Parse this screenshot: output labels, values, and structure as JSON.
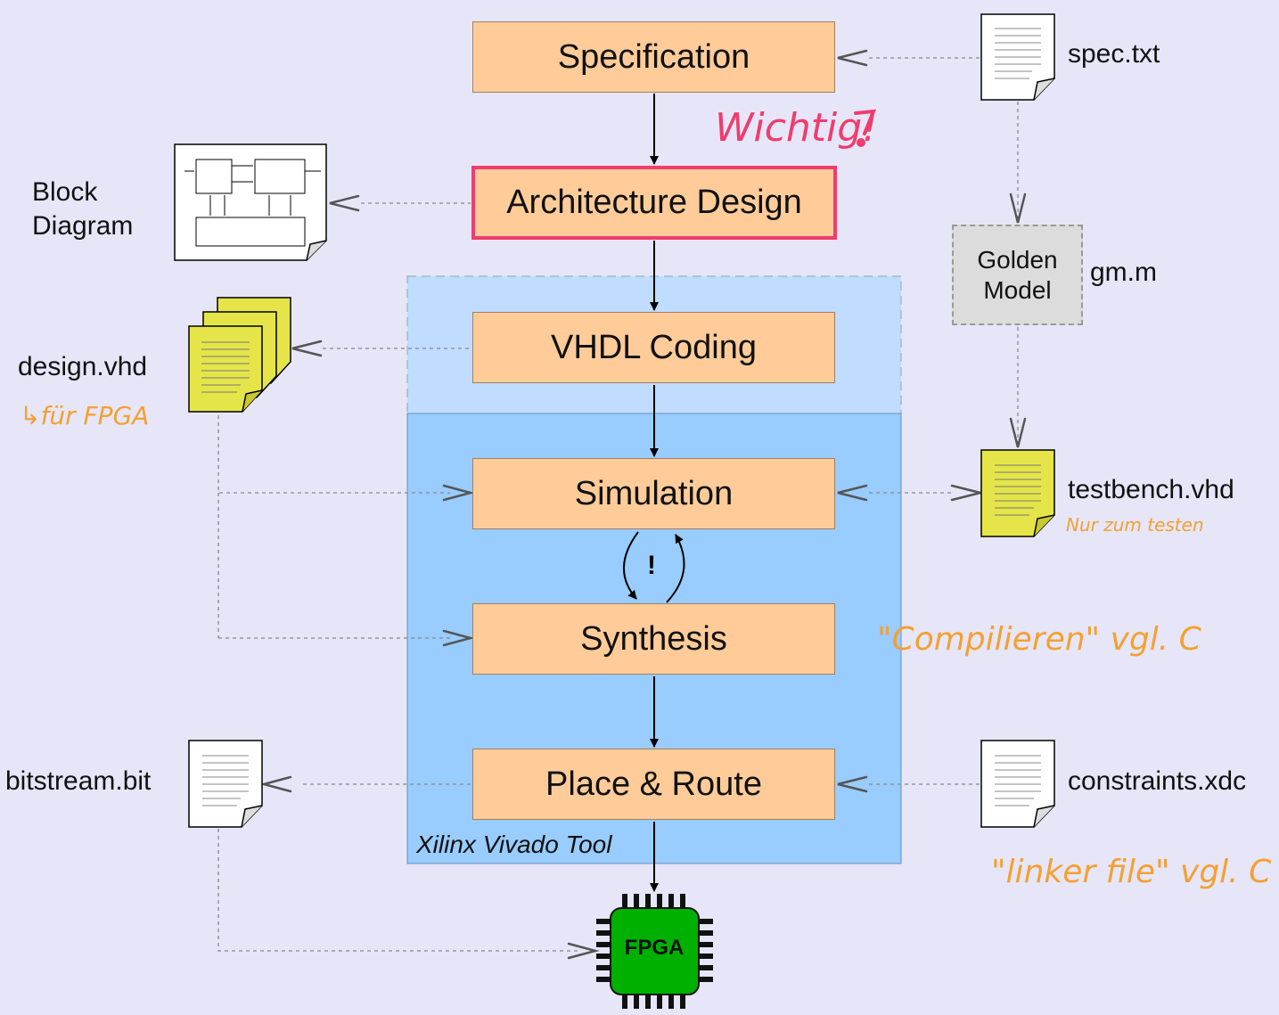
{
  "steps": {
    "specification": "Specification",
    "architecture": "Architecture Design",
    "vhdl": "VHDL Coding",
    "simulation": "Simulation",
    "synthesis": "Synthesis",
    "place_route": "Place & Route"
  },
  "files": {
    "spec": "spec.txt",
    "block_diagram_line1": "Block",
    "block_diagram_line2": "Diagram",
    "design": "design.vhd",
    "testbench": "testbench.vhd",
    "gm": "gm.m",
    "bitstream": "bitstream.bit",
    "constraints": "constraints.xdc"
  },
  "golden_model": {
    "line1": "Golden",
    "line2": "Model"
  },
  "tool_label": "Xilinx Vivado Tool",
  "fpga_label": "FPGA",
  "loop_mark": "!",
  "annotations": {
    "wichtig": "Wichtig!",
    "fuer_fpga": "↳für FPGA",
    "nur_zum_testen": "Nur zum testen",
    "compilieren": "\"Compilieren\" vgl. C",
    "linker": "\"linker file\" vgl. C"
  },
  "colors": {
    "step_fill": "#ffcc99",
    "highlight": "#f03c6e",
    "tool_region": "#99ccff",
    "tool_top_region": "#c0dcff",
    "annotation_orange": "#f5a030",
    "source_file": "#e5e54a",
    "fpga_chip": "#00b000"
  }
}
